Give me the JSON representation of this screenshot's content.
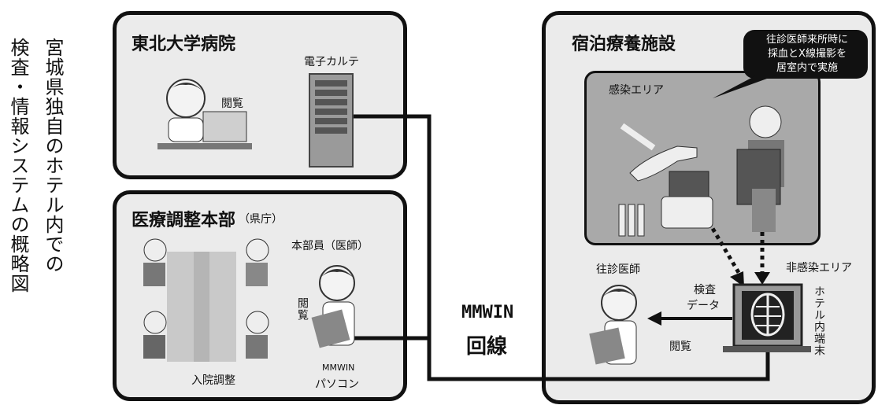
{
  "side_title": {
    "line1": "宮城県独自のホテル内での",
    "line2": "検査・情報システムの概略図"
  },
  "tohoku": {
    "title": "東北大学病院",
    "emr_label": "電子カルテ",
    "view_label": "閲覧"
  },
  "coordination": {
    "title": "医療調整本部",
    "subtitle": "（県庁）",
    "staff_label": "本部員（医師）",
    "view_label": "閲覧",
    "admission_label": "入院調整",
    "pc_label_1": "MMWIN",
    "pc_label_2": "パソコン"
  },
  "line": {
    "label1": "MMWIN",
    "label2": "回線"
  },
  "facility": {
    "title": "宿泊療養施設",
    "bubble": [
      "往診医師来所時に",
      "採血とX線撮影を",
      "居室内で実施"
    ],
    "infection_area": "感染エリア",
    "non_infection_area": "非感染エリア",
    "doctor_label": "往診医師",
    "test_data_1": "検査",
    "test_data_2": "データ",
    "terminal_label": "ホテル内端末",
    "view_label": "閲覧"
  }
}
